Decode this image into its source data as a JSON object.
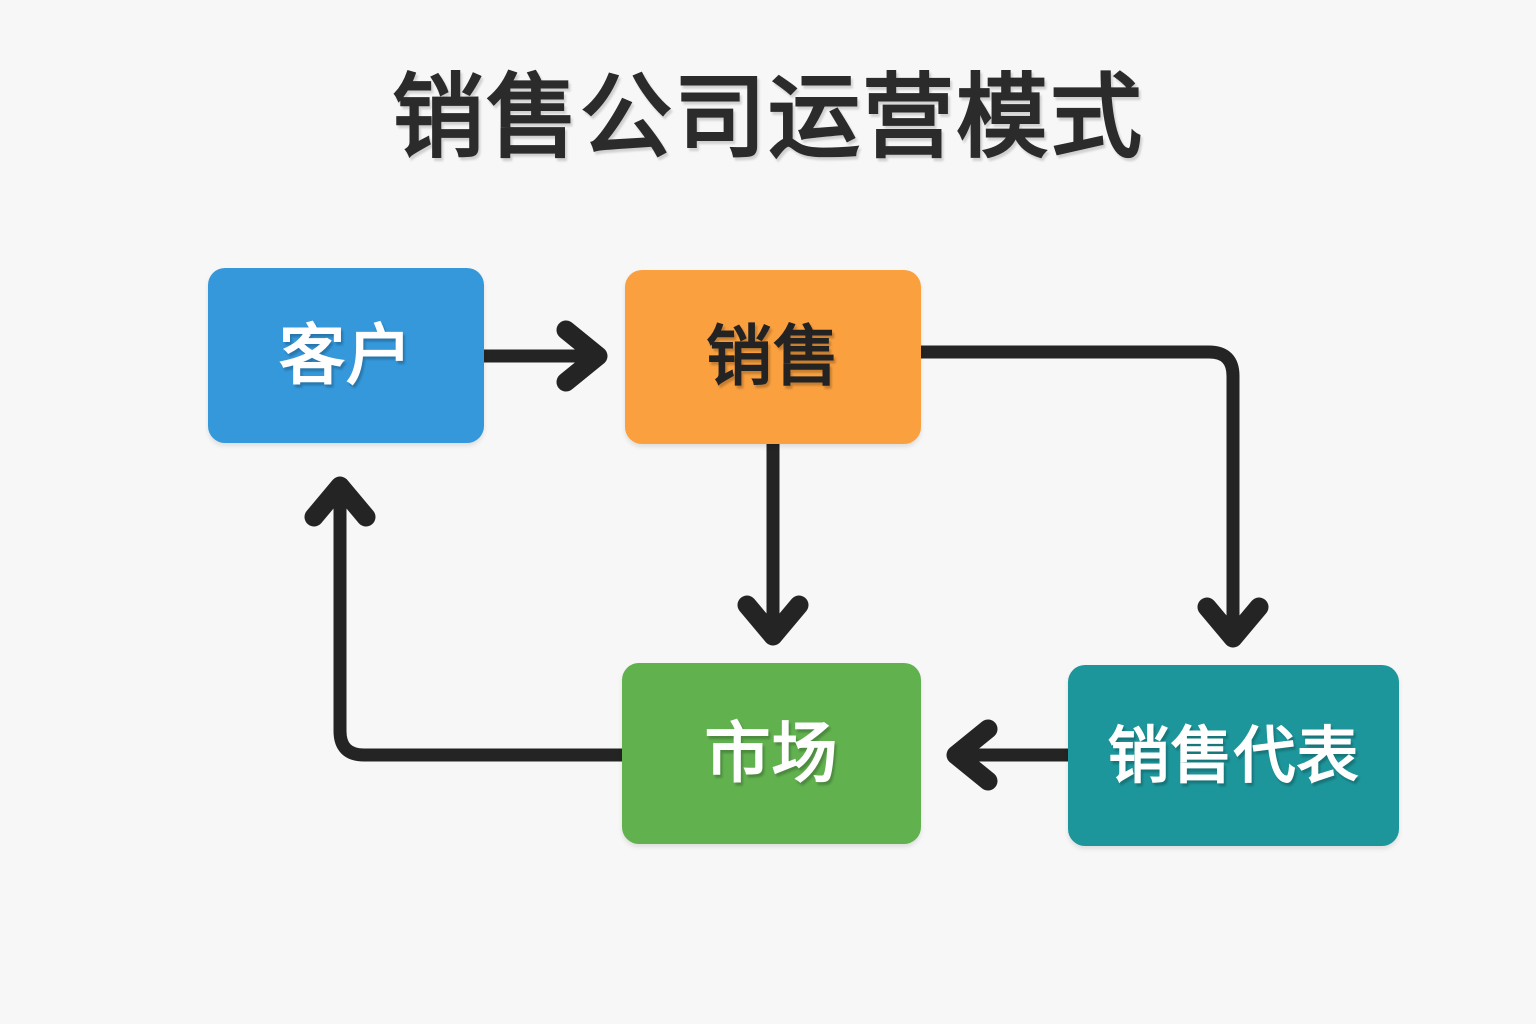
{
  "diagram": {
    "title": "销售公司运营模式",
    "background_color": "#f7f7f7",
    "connector_color": "#242424",
    "nodes": [
      {
        "id": "customer",
        "label": "客户",
        "color": "#3498db",
        "text_color": "#ffffff"
      },
      {
        "id": "sales",
        "label": "销售",
        "color": "#fba03f",
        "text_color": "#232323"
      },
      {
        "id": "market",
        "label": "市场",
        "color": "#61b14f",
        "text_color": "#ffffff"
      },
      {
        "id": "sales-rep",
        "label": "销售代表",
        "color": "#1d969b",
        "text_color": "#ffffff"
      }
    ],
    "edges": [
      {
        "id": "customer-to-sales",
        "from": "客户",
        "to": "销售",
        "direction": "right"
      },
      {
        "id": "sales-to-market",
        "from": "销售",
        "to": "市场",
        "direction": "down"
      },
      {
        "id": "sales-to-sales-rep",
        "from": "销售",
        "to": "销售代表",
        "direction": "right-then-down"
      },
      {
        "id": "sales-rep-to-market",
        "from": "销售代表",
        "to": "市场",
        "direction": "left"
      },
      {
        "id": "market-to-customer",
        "from": "市场",
        "to": "客户",
        "direction": "left-then-up"
      }
    ]
  }
}
